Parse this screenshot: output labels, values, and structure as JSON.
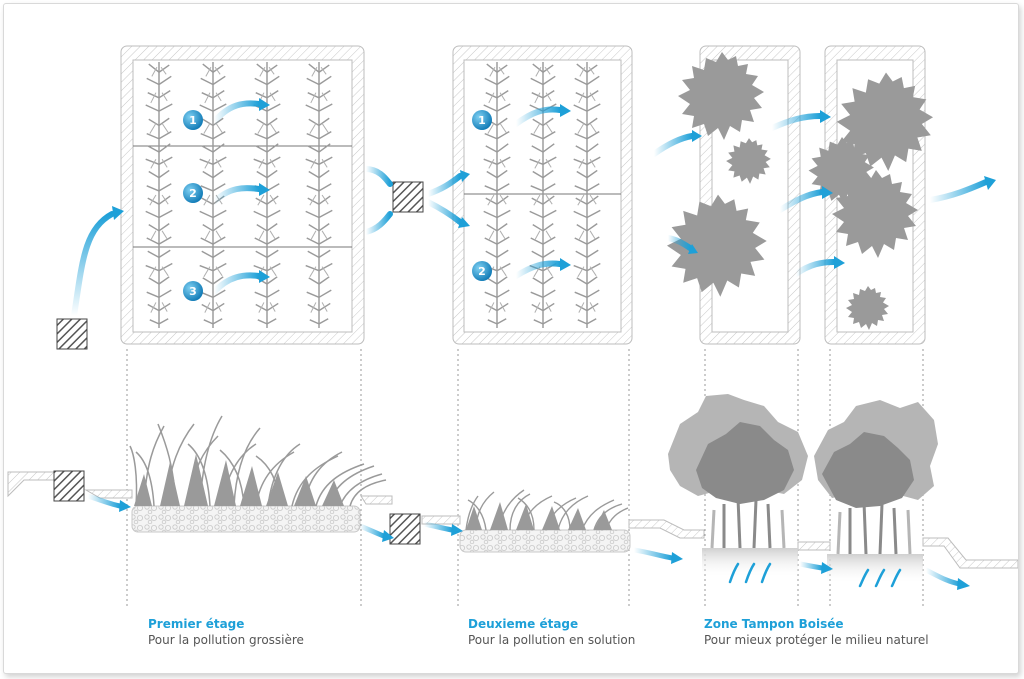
{
  "stages": [
    {
      "title": "Premier étage",
      "subtitle": "Pour la pollution grossière",
      "markers": [
        "1",
        "2",
        "3"
      ]
    },
    {
      "title": "Deuxieme étage",
      "subtitle": "Pour la pollution en solution",
      "markers": [
        "1",
        "2"
      ]
    },
    {
      "title": "Zone Tampon Boisée",
      "subtitle": "Pour mieux protéger le milieu naturel"
    }
  ],
  "colors": {
    "accent": "#1ea0d8",
    "plant": "#9a9a9a",
    "tree_light": "#b5b5b5",
    "tree_dark": "#8a8a8a",
    "outline": "#bdbdbd",
    "text": "#555555"
  }
}
